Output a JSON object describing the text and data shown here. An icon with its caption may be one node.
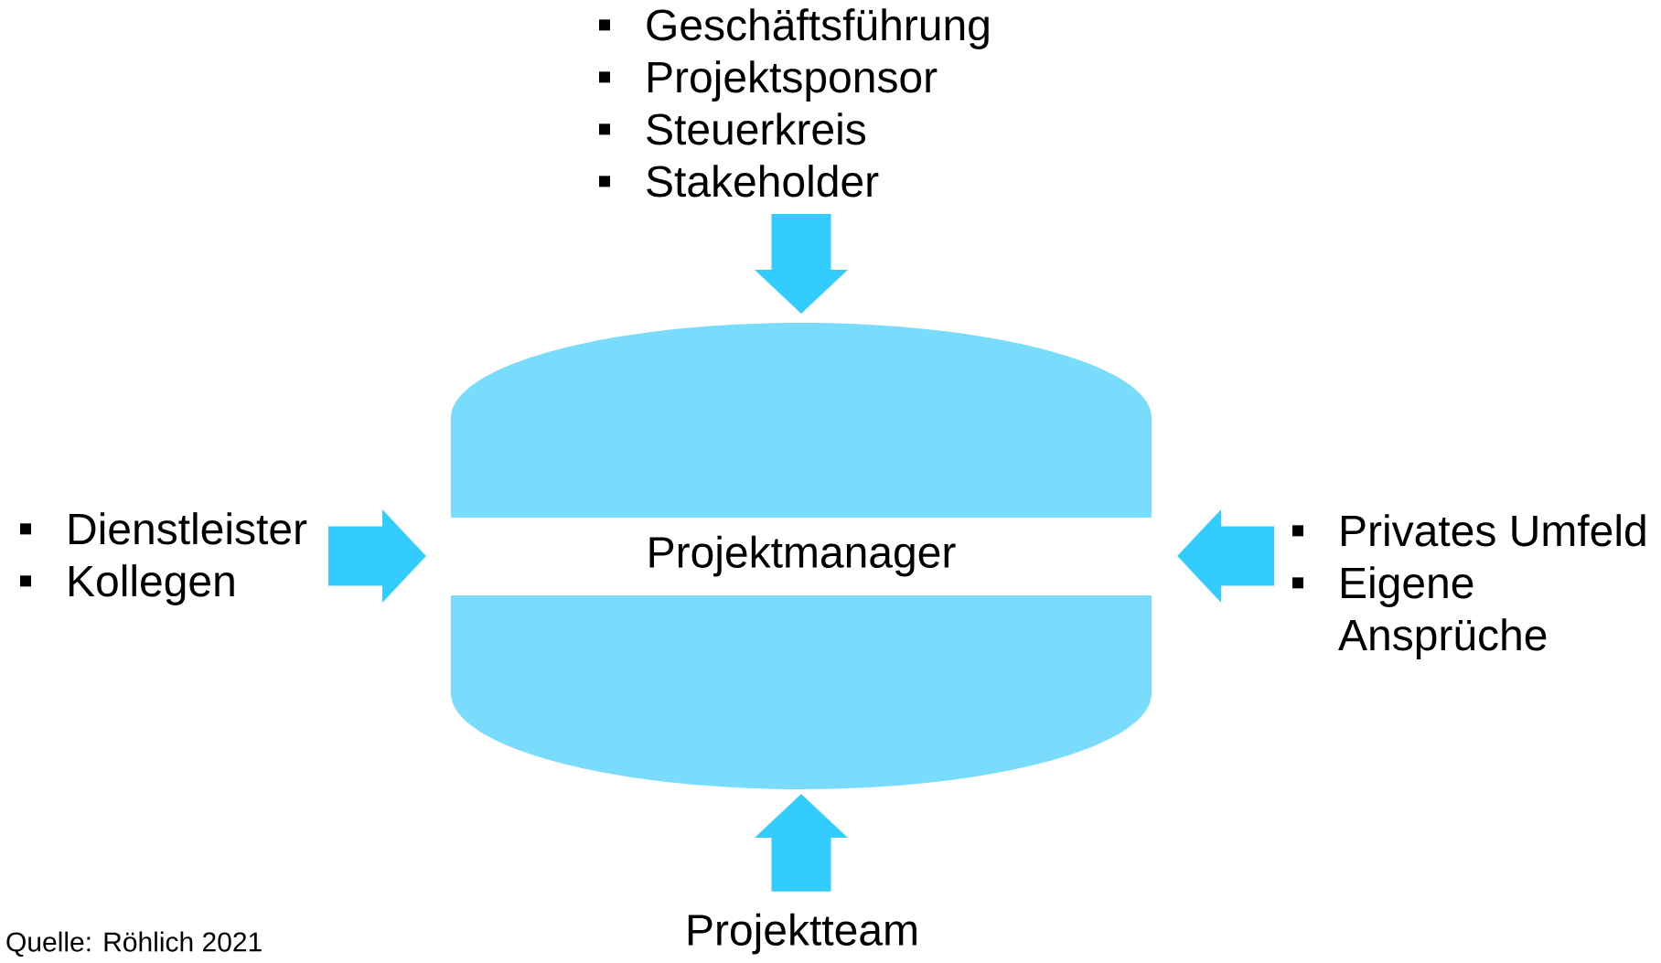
{
  "diagram": {
    "nodes": [
      {
        "text": [
          "Geschäftsführung",
          "Projektsponsor",
          "Steuerkreis",
          "Stakeholder"
        ]
      },
      {
        "text": [
          "Dienstleister",
          "Kollegen"
        ]
      },
      {
        "text": [
          "Privates Umfeld",
          "Eigene Ansprüche"
        ]
      },
      {
        "text": [
          "Projektteam"
        ]
      },
      {
        "text": [
          "Projektmanager"
        ]
      }
    ],
    "edges": [
      {
        "from": 0,
        "to": 4,
        "arrow": "to"
      },
      {
        "from": 1,
        "to": 4,
        "arrow": "to"
      },
      {
        "from": 2,
        "to": 4,
        "arrow": "to"
      },
      {
        "from": 3,
        "to": 4,
        "arrow": "to"
      }
    ],
    "labels": [
      "Quelle: Röhlich 2021"
    ]
  }
}
